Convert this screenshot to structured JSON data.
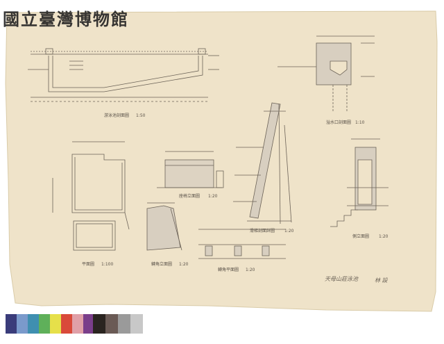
{
  "watermark": {
    "text": "國立臺灣博物館"
  },
  "paper_color": "#efe3c9",
  "ink_color": "#6b6257",
  "drawings": {
    "pool_section": {
      "caption": "游泳池剖面圖",
      "scale": "1:50"
    },
    "inlet_section": {
      "caption": "溢水口剖面圖",
      "scale": "1:10"
    },
    "floor_plan": {
      "caption": "平面圖",
      "scale": "1:100"
    },
    "bench_elevation": {
      "caption": "座椅立面圖",
      "scale": "1:20"
    },
    "seat_side_elevation": {
      "caption": "轉角立面圖",
      "scale": "1:20"
    },
    "slide_section": {
      "caption": "滑梯剖面詳圖",
      "scale": "1:20"
    },
    "seat_plan": {
      "caption": "轉角平面圖",
      "scale": "1:20"
    },
    "side_elevation": {
      "caption": "側立面圖",
      "scale": "1:20"
    }
  },
  "handwritten_note": "天母山莊泳池",
  "signature": "林 設",
  "color_bar": {
    "swatches": [
      "#3a3c7a",
      "#7a9acb",
      "#3f8fb0",
      "#5fb05a",
      "#e6e04a",
      "#d94a3a",
      "#e0a0a8",
      "#7a3e8a"
    ],
    "grays": [
      "#2a2420",
      "#6a5a55",
      "#9a9a9a",
      "#c8c8c8"
    ]
  }
}
